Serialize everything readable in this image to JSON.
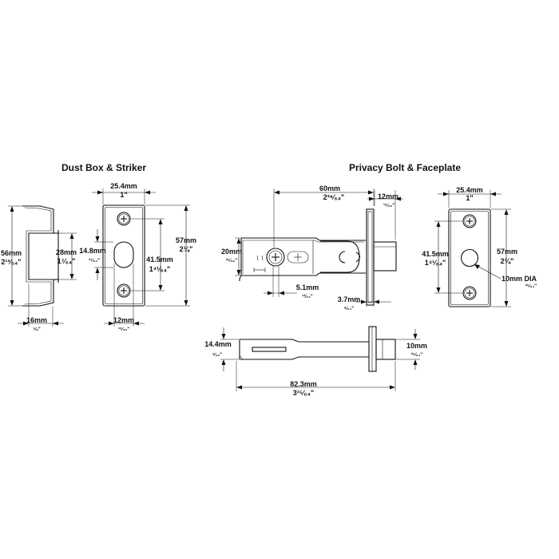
{
  "titles": {
    "dust_box": "Dust Box & Striker",
    "privacy_bolt": "Privacy Bolt & Faceplate"
  },
  "dims": {
    "db_height_mm": "56mm",
    "db_height_in": "2¹³⁄₆₄\"",
    "db_inner_mm": "28mm",
    "db_inner_in": "1⁷⁄₆₄\"",
    "db_depth_mm": "16mm",
    "db_depth_in": "⁵⁄₈\"",
    "st_width_mm": "25.4mm",
    "st_width_in": "1\"",
    "st_height_mm": "57mm",
    "st_height_in": "2¼\"",
    "st_holes_mm": "41.5mm",
    "st_holes_in": "1⁴¹⁄₆₄\"",
    "st_slot_h_mm": "14.8mm",
    "st_slot_h_in": "³⁷⁄₆₄\"",
    "st_slot_w_mm": "12mm",
    "st_slot_w_in": "¹⁵⁄₃₂\"",
    "bolt_len_mm": "60mm",
    "bolt_len_in": "2³⁹⁄₆₄\"",
    "bolt_head_mm": "12mm",
    "bolt_head_in": "¹⁵⁄₃₂\"",
    "bolt_body_mm": "20mm",
    "bolt_body_in": "²⁵⁄₃₂\"",
    "bolt_spindle_mm": "5.1mm",
    "bolt_spindle_in": "¹³⁄₆₄\"",
    "bolt_plate_mm": "3.7mm",
    "bolt_plate_in": "⁹⁄₆₄\"",
    "fp_width_mm": "25.4mm",
    "fp_width_in": "1\"",
    "fp_height_mm": "57mm",
    "fp_height_in": "2¼\"",
    "fp_holes_mm": "41.5mm",
    "fp_holes_in": "1⁴¹⁄₆₄\"",
    "fp_hole_mm": "10mm DIA",
    "fp_hole_in": "²⁵⁄₆₄\"",
    "side_height_mm": "14.4mm",
    "side_height_in": "⁹⁄₁₆\"",
    "side_head_mm": "10mm",
    "side_head_in": "²⁵⁄₆₄\"",
    "side_len_mm": "82.3mm",
    "side_len_in": "3¹⁵⁄₆₄\""
  }
}
